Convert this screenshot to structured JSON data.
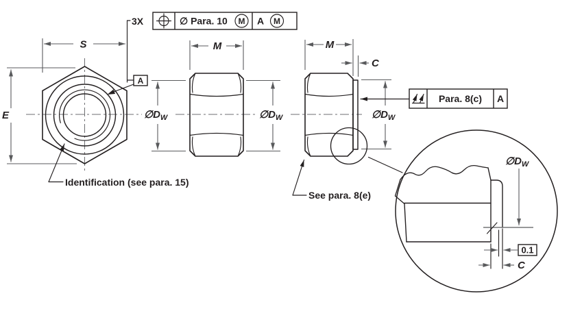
{
  "fcf_position": {
    "count": "3X",
    "symbol": "position",
    "tolerance": "∅ Para. 10",
    "tolerance_modifier": "M",
    "datum": "A",
    "datum_modifier": "M"
  },
  "fcf_runout": {
    "symbol": "total-runout",
    "tolerance": "Para. 8(c)",
    "datum": "A"
  },
  "datum_flag": {
    "label": "A"
  },
  "dims": {
    "s": "S",
    "e": "E",
    "m": "M",
    "c": "C",
    "dw_main": "∅D",
    "dw_sub": "W",
    "edge": "0.1"
  },
  "notes": {
    "identification": "Identification (see para. 15)",
    "see_para": "See para. 8(e)"
  },
  "colors": {
    "object_line": "#231f20",
    "dim_line": "#595a5c",
    "background": "#ffffff"
  }
}
